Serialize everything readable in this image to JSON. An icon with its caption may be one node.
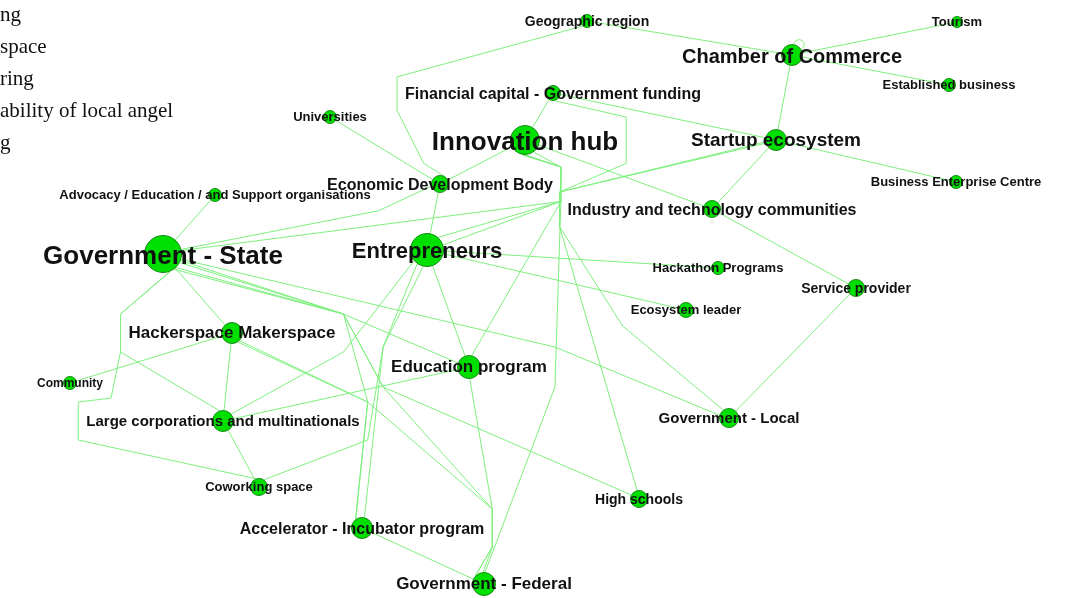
{
  "diagram": {
    "nodes": [
      {
        "text": [
          "Geographic region"
        ]
      },
      {
        "text": [
          "Tourism"
        ]
      },
      {
        "text": [
          "Chamber of Commerce"
        ]
      },
      {
        "text": [
          "Established business"
        ]
      },
      {
        "text": [
          "Financial capital - Government funding"
        ]
      },
      {
        "text": [
          "Universities"
        ]
      },
      {
        "text": [
          "Innovation hub"
        ]
      },
      {
        "text": [
          "Startup ecosystem"
        ]
      },
      {
        "text": [
          "Economic Development Body"
        ]
      },
      {
        "text": [
          "Business Enterprise Centre"
        ]
      },
      {
        "text": [
          "Advocacy / Education / and Support organisations"
        ]
      },
      {
        "text": [
          "Industry and technology communities"
        ]
      },
      {
        "text": [
          "Government - State"
        ]
      },
      {
        "text": [
          "Entrepreneurs"
        ]
      },
      {
        "text": [
          "Hackathon Programs"
        ]
      },
      {
        "text": [
          "Service provider"
        ]
      },
      {
        "text": [
          "Ecosystem leader"
        ]
      },
      {
        "text": [
          "Hackerspace Makerspace"
        ]
      },
      {
        "text": [
          "Community"
        ]
      },
      {
        "text": [
          "Education program"
        ]
      },
      {
        "text": [
          "Large corporations and multinationals"
        ]
      },
      {
        "text": [
          "Government - Local"
        ]
      },
      {
        "text": [
          "Coworking space"
        ]
      },
      {
        "text": [
          "High schools"
        ]
      },
      {
        "text": [
          "Accelerator - Incubator program"
        ]
      },
      {
        "text": [
          "Government - Federal"
        ]
      }
    ],
    "edges": [
      {
        "from": 0,
        "to": 2,
        "arrow": "none"
      },
      {
        "from": 0,
        "to": 8,
        "arrow": "none"
      },
      {
        "from": 2,
        "to": 1,
        "arrow": "none"
      },
      {
        "from": 2,
        "to": 3,
        "arrow": "none"
      },
      {
        "from": 2,
        "to": 2,
        "arrow": "none"
      },
      {
        "from": 2,
        "to": 7,
        "arrow": "none"
      },
      {
        "from": 4,
        "to": 7,
        "arrow": "none"
      },
      {
        "from": 4,
        "to": 6,
        "arrow": "none"
      },
      {
        "from": 4,
        "to": 23,
        "arrow": "none"
      },
      {
        "from": 5,
        "to": 8,
        "arrow": "none"
      },
      {
        "from": 6,
        "to": 8,
        "arrow": "none"
      },
      {
        "from": 6,
        "to": 13,
        "arrow": "none"
      },
      {
        "from": 6,
        "to": 11,
        "arrow": "none"
      },
      {
        "from": 6,
        "to": 21,
        "arrow": "none"
      },
      {
        "from": 6,
        "to": 19,
        "arrow": "none"
      },
      {
        "from": 6,
        "to": 25,
        "arrow": "none"
      },
      {
        "from": 7,
        "to": 9,
        "arrow": "none"
      },
      {
        "from": 7,
        "to": 11,
        "arrow": "none"
      },
      {
        "from": 8,
        "to": 13,
        "arrow": "none"
      },
      {
        "from": 11,
        "to": 15,
        "arrow": "none"
      },
      {
        "from": 12,
        "to": 10,
        "arrow": "none"
      },
      {
        "from": 12,
        "to": 8,
        "arrow": "none"
      },
      {
        "from": 12,
        "to": 7,
        "arrow": "none"
      },
      {
        "from": 12,
        "to": 17,
        "arrow": "none"
      },
      {
        "from": 12,
        "to": 20,
        "arrow": "none"
      },
      {
        "from": 12,
        "to": 22,
        "arrow": "none"
      },
      {
        "from": 12,
        "to": 24,
        "arrow": "none"
      },
      {
        "from": 12,
        "to": 25,
        "arrow": "none"
      },
      {
        "from": 12,
        "to": 19,
        "arrow": "none"
      },
      {
        "from": 12,
        "to": 21,
        "arrow": "none"
      },
      {
        "from": 12,
        "to": 23,
        "arrow": "none"
      },
      {
        "from": 13,
        "to": 7,
        "arrow": "none"
      },
      {
        "from": 13,
        "to": 14,
        "arrow": "none"
      },
      {
        "from": 13,
        "to": 16,
        "arrow": "none"
      },
      {
        "from": 13,
        "to": 19,
        "arrow": "none"
      },
      {
        "from": 13,
        "to": 20,
        "arrow": "none"
      },
      {
        "from": 13,
        "to": 22,
        "arrow": "none"
      },
      {
        "from": 13,
        "to": 24,
        "arrow": "none"
      },
      {
        "from": 17,
        "to": 18,
        "arrow": "none"
      },
      {
        "from": 17,
        "to": 20,
        "arrow": "none"
      },
      {
        "from": 17,
        "to": 24,
        "arrow": "none"
      },
      {
        "from": 17,
        "to": 25,
        "arrow": "none"
      },
      {
        "from": 19,
        "to": 25,
        "arrow": "none"
      },
      {
        "from": 20,
        "to": 19,
        "arrow": "none"
      },
      {
        "from": 20,
        "to": 22,
        "arrow": "none"
      },
      {
        "from": 21,
        "to": 15,
        "arrow": "none"
      },
      {
        "from": 24,
        "to": 25,
        "arrow": "none"
      }
    ],
    "labels": [
      "ng",
      "space",
      "ring",
      "ability of local angel",
      "g"
    ]
  }
}
